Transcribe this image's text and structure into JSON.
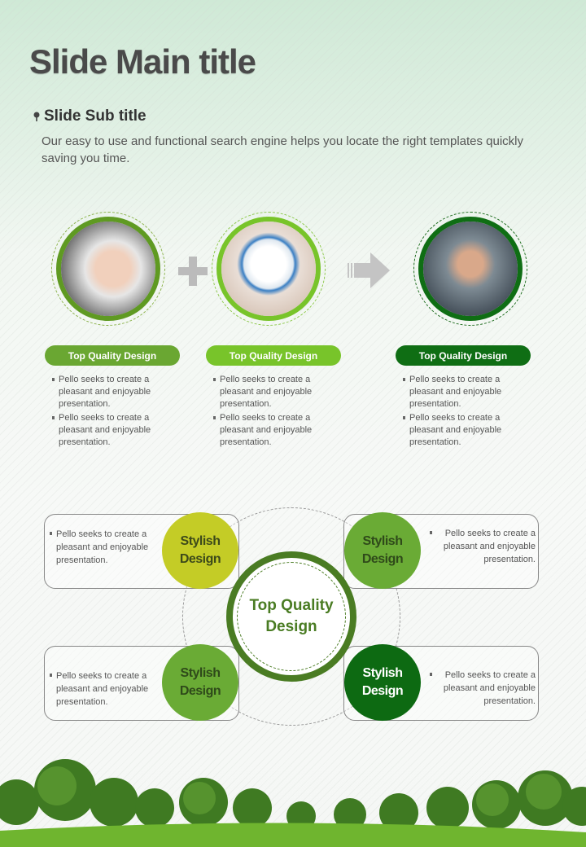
{
  "title": "Slide Main title",
  "subtitle": "Slide Sub title",
  "body": "Our easy to use and functional search engine helps you locate the right  templates quickly saving you time.",
  "steps": [
    {
      "label": "Top Quality Design",
      "color": "#6aa732",
      "bullets": [
        "Pello seeks to create a pleasant and enjoyable presentation.",
        "Pello seeks to create a pleasant and enjoyable presentation."
      ]
    },
    {
      "label": "Top Quality Design",
      "color": "#78c42a",
      "bullets": [
        "Pello seeks to create a pleasant and enjoyable presentation.",
        "Pello seeks to create a pleasant and enjoyable presentation."
      ]
    },
    {
      "label": "Top Quality Design",
      "color": "#0f6e14",
      "bullets": [
        "Pello seeks to create a pleasant and enjoyable presentation.",
        "Pello seeks to create a pleasant and enjoyable presentation."
      ]
    }
  ],
  "center": {
    "label": "Top Quality Design"
  },
  "items": [
    {
      "label": "Stylish Design",
      "text": "Pello seeks to create a pleasant and enjoyable presentation.",
      "color": "#c4cc26"
    },
    {
      "label": "Stylish Design",
      "text": "Pello seeks to create a pleasant and enjoyable presentation.",
      "color": "#6aab35"
    },
    {
      "label": "Stylish Design",
      "text": "Pello seeks to create a pleasant and enjoyable presentation.",
      "color": "#6aab35"
    },
    {
      "label": "Stylish Design",
      "text": "Pello seeks to create a pleasant and enjoyable presentation.",
      "color": "#0d6a12"
    }
  ]
}
